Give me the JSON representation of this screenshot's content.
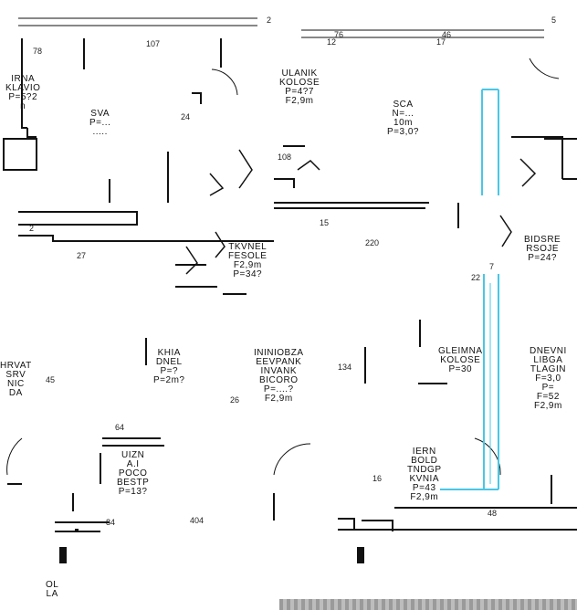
{
  "colors": {
    "walls": "#111111",
    "glazing": "#48c7e6",
    "background": "#ffffff",
    "scale_bar": "#a0a0a0"
  },
  "rooms": {
    "top_left": "IRNA\nKLAVIO\nP=5?2\nn",
    "top_center_left": "SVA\nP=...\n.....",
    "top_center": "ULANIK\nKOLOSE\nP=4?7\nF2,9m",
    "top_right": "SCA\nN=...\n10m\nP=3,0?",
    "right_mid": "BIDSRE\nRSOJE\nP=24?",
    "hall": "TKVNEL\nFESOLE\nF2,9m\nP=34?",
    "kitchen": "KHIA\nDNEL\nP=?\nP=2m?",
    "living_center": "ININIOBZA\nEEVPANK\nINVANK\nBICORO\nP=....?\nF2,9m",
    "dining_right": "GLEIMNA\nKOLOSE\nP=30",
    "far_right": "DNEVNI\nLIBGA\nTLAGIN\nF=3,0\nP=\nF=52\nF2,9m",
    "left_mid": "HRVAT\nSRV\nNIC\nDA",
    "bottom_left": "UIZN\nA.I\nPOCO\nBESTP\nP=13?",
    "bottom_center": "IERN\nBOLD\nTNDGP\nKVNIA\nP=43\nF2,9m",
    "bottom_tag": "OL\nLA"
  },
  "dimensions": {
    "d1": "78",
    "d2": "107",
    "d3": "2",
    "d4": "76",
    "d5": "46",
    "d6": "12",
    "d7": "17",
    "d8": "5",
    "d9": "24",
    "d10": "108",
    "d11": "15",
    "d12": "220",
    "d13": "2",
    "d14": "7",
    "d15": "45",
    "d16": "64",
    "d17": "84",
    "d18": "404",
    "d19": "134",
    "d20": "16",
    "d21": "27",
    "d22": "48",
    "d23": "22",
    "d24": "26"
  }
}
